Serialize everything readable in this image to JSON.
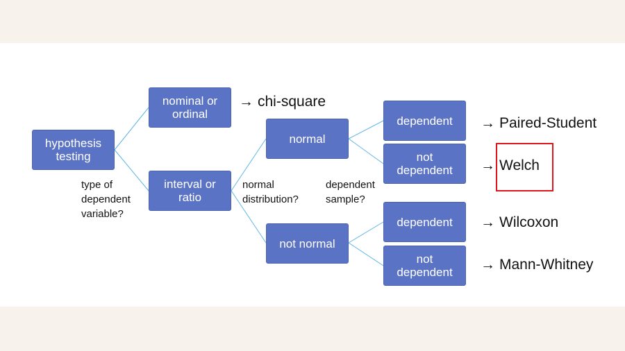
{
  "nodes": {
    "hypothesis": "hypothesis\ntesting",
    "nominal": "nominal or\nordinal",
    "interval": "interval or\nratio",
    "normal": "normal",
    "not_normal": "not normal",
    "dep1": "dependent",
    "notdep1": "not\ndependent",
    "dep2": "dependent",
    "notdep2": "not\ndependent"
  },
  "labels": {
    "type_var": "type of\ndependent\nvariable?",
    "normal_dist": "normal\ndistribution?",
    "dep_sample": "dependent\nsample?"
  },
  "results": {
    "arrow": "→",
    "chi": "chi-square",
    "paired": "Paired-Student",
    "welch": "Welch",
    "wilcoxon": "Wilcoxon",
    "mann": "Mann-Whitney"
  },
  "colors": {
    "node_fill": "#5b73c4",
    "connector": "#5fb4e8",
    "highlight": "#e0161e"
  }
}
